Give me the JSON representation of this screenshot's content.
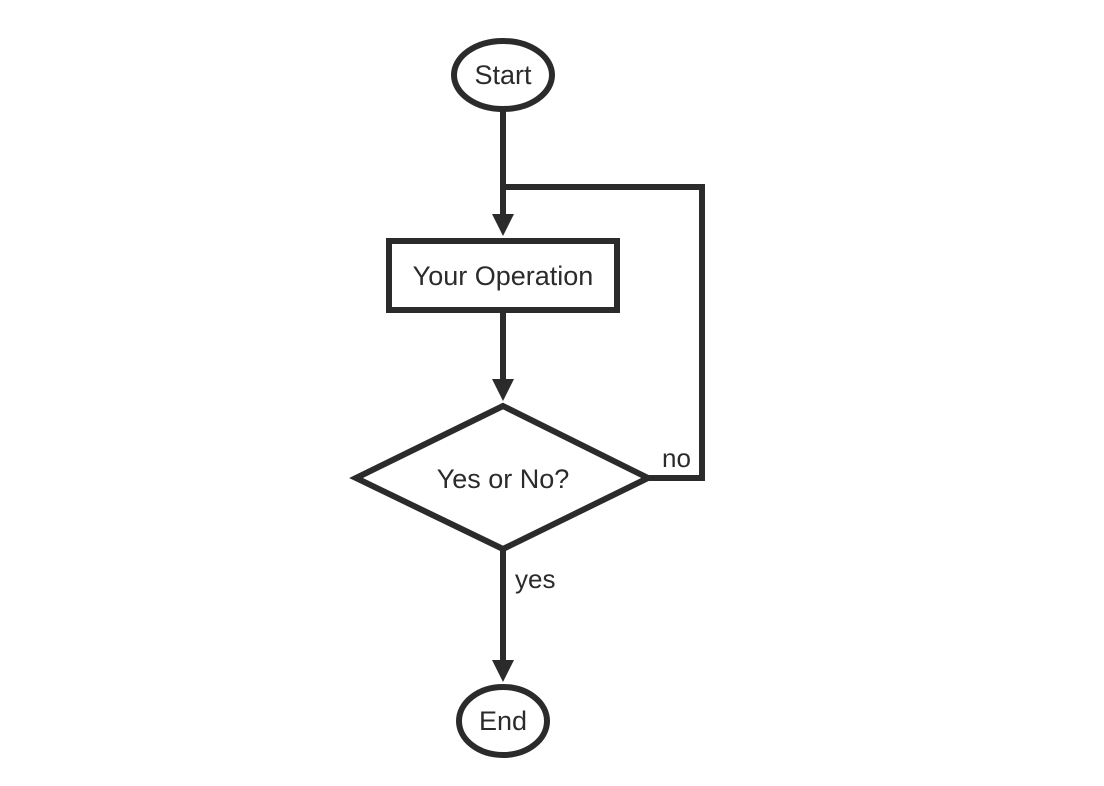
{
  "diagram": {
    "background_color": "#ffffff",
    "stroke_color": "#2b2b2b",
    "text_color": "#2b2b2b",
    "node_fill_color": "#ffffff",
    "nodes": {
      "start": {
        "label": "Start"
      },
      "operation": {
        "label": "Your Operation"
      },
      "decision": {
        "label": "Yes or No?"
      },
      "end": {
        "label": "End"
      }
    },
    "edges": {
      "yes_branch": {
        "label": "yes"
      },
      "no_loop": {
        "label": "no"
      }
    }
  }
}
